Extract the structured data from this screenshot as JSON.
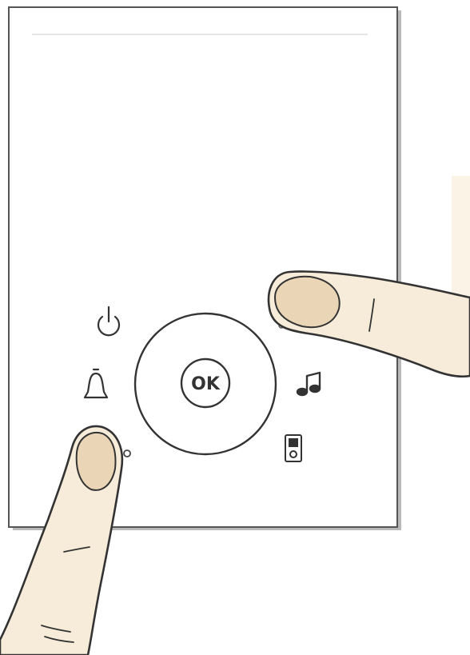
{
  "device": {
    "ok_label": "OK"
  },
  "icons": [
    {
      "id": "power",
      "name": "power-icon"
    },
    {
      "id": "bell",
      "name": "bell-icon"
    },
    {
      "id": "music",
      "name": "music-note-icon"
    },
    {
      "id": "player",
      "name": "media-player-icon"
    },
    {
      "id": "dots",
      "name": "dots-icon"
    }
  ],
  "colors": {
    "line": "#333333",
    "panel": "#ffffff",
    "shadow": "#aaaaaa",
    "skin": "#f6ecd9",
    "skin_shade": "#ead6b6"
  }
}
